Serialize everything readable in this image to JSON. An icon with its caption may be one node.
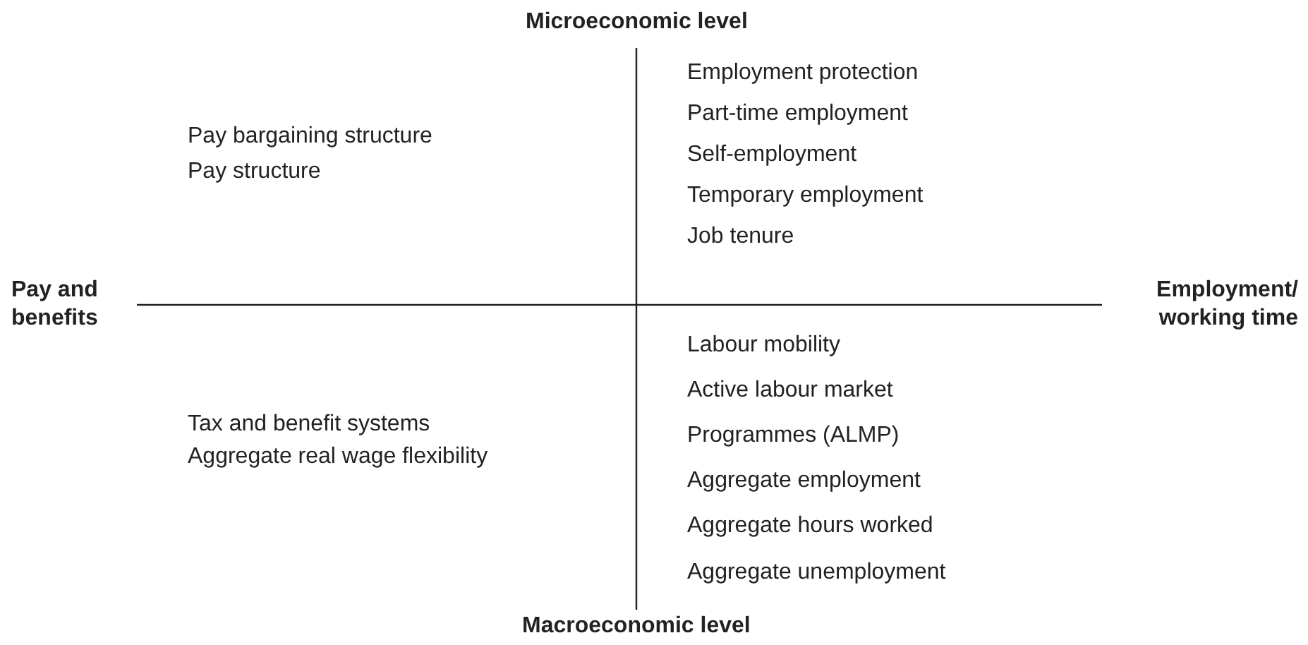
{
  "diagram": {
    "labels": [
      "Microeconomic level",
      "Pay bargaining structure",
      "Pay structure",
      "Employment protection",
      "Part-time employment",
      "Self-employment",
      "Temporary employment",
      "Job tenure",
      "Pay and benefits",
      "Employment/ working time",
      "Labour mobility",
      "Active labour market",
      "Programmes (ALMP)",
      "Aggregate employment",
      "Aggregate hours worked",
      "Aggregate unemployment",
      "Tax and benefit systems",
      "Aggregate real wage flexibility",
      "Macroeconomic level"
    ]
  }
}
